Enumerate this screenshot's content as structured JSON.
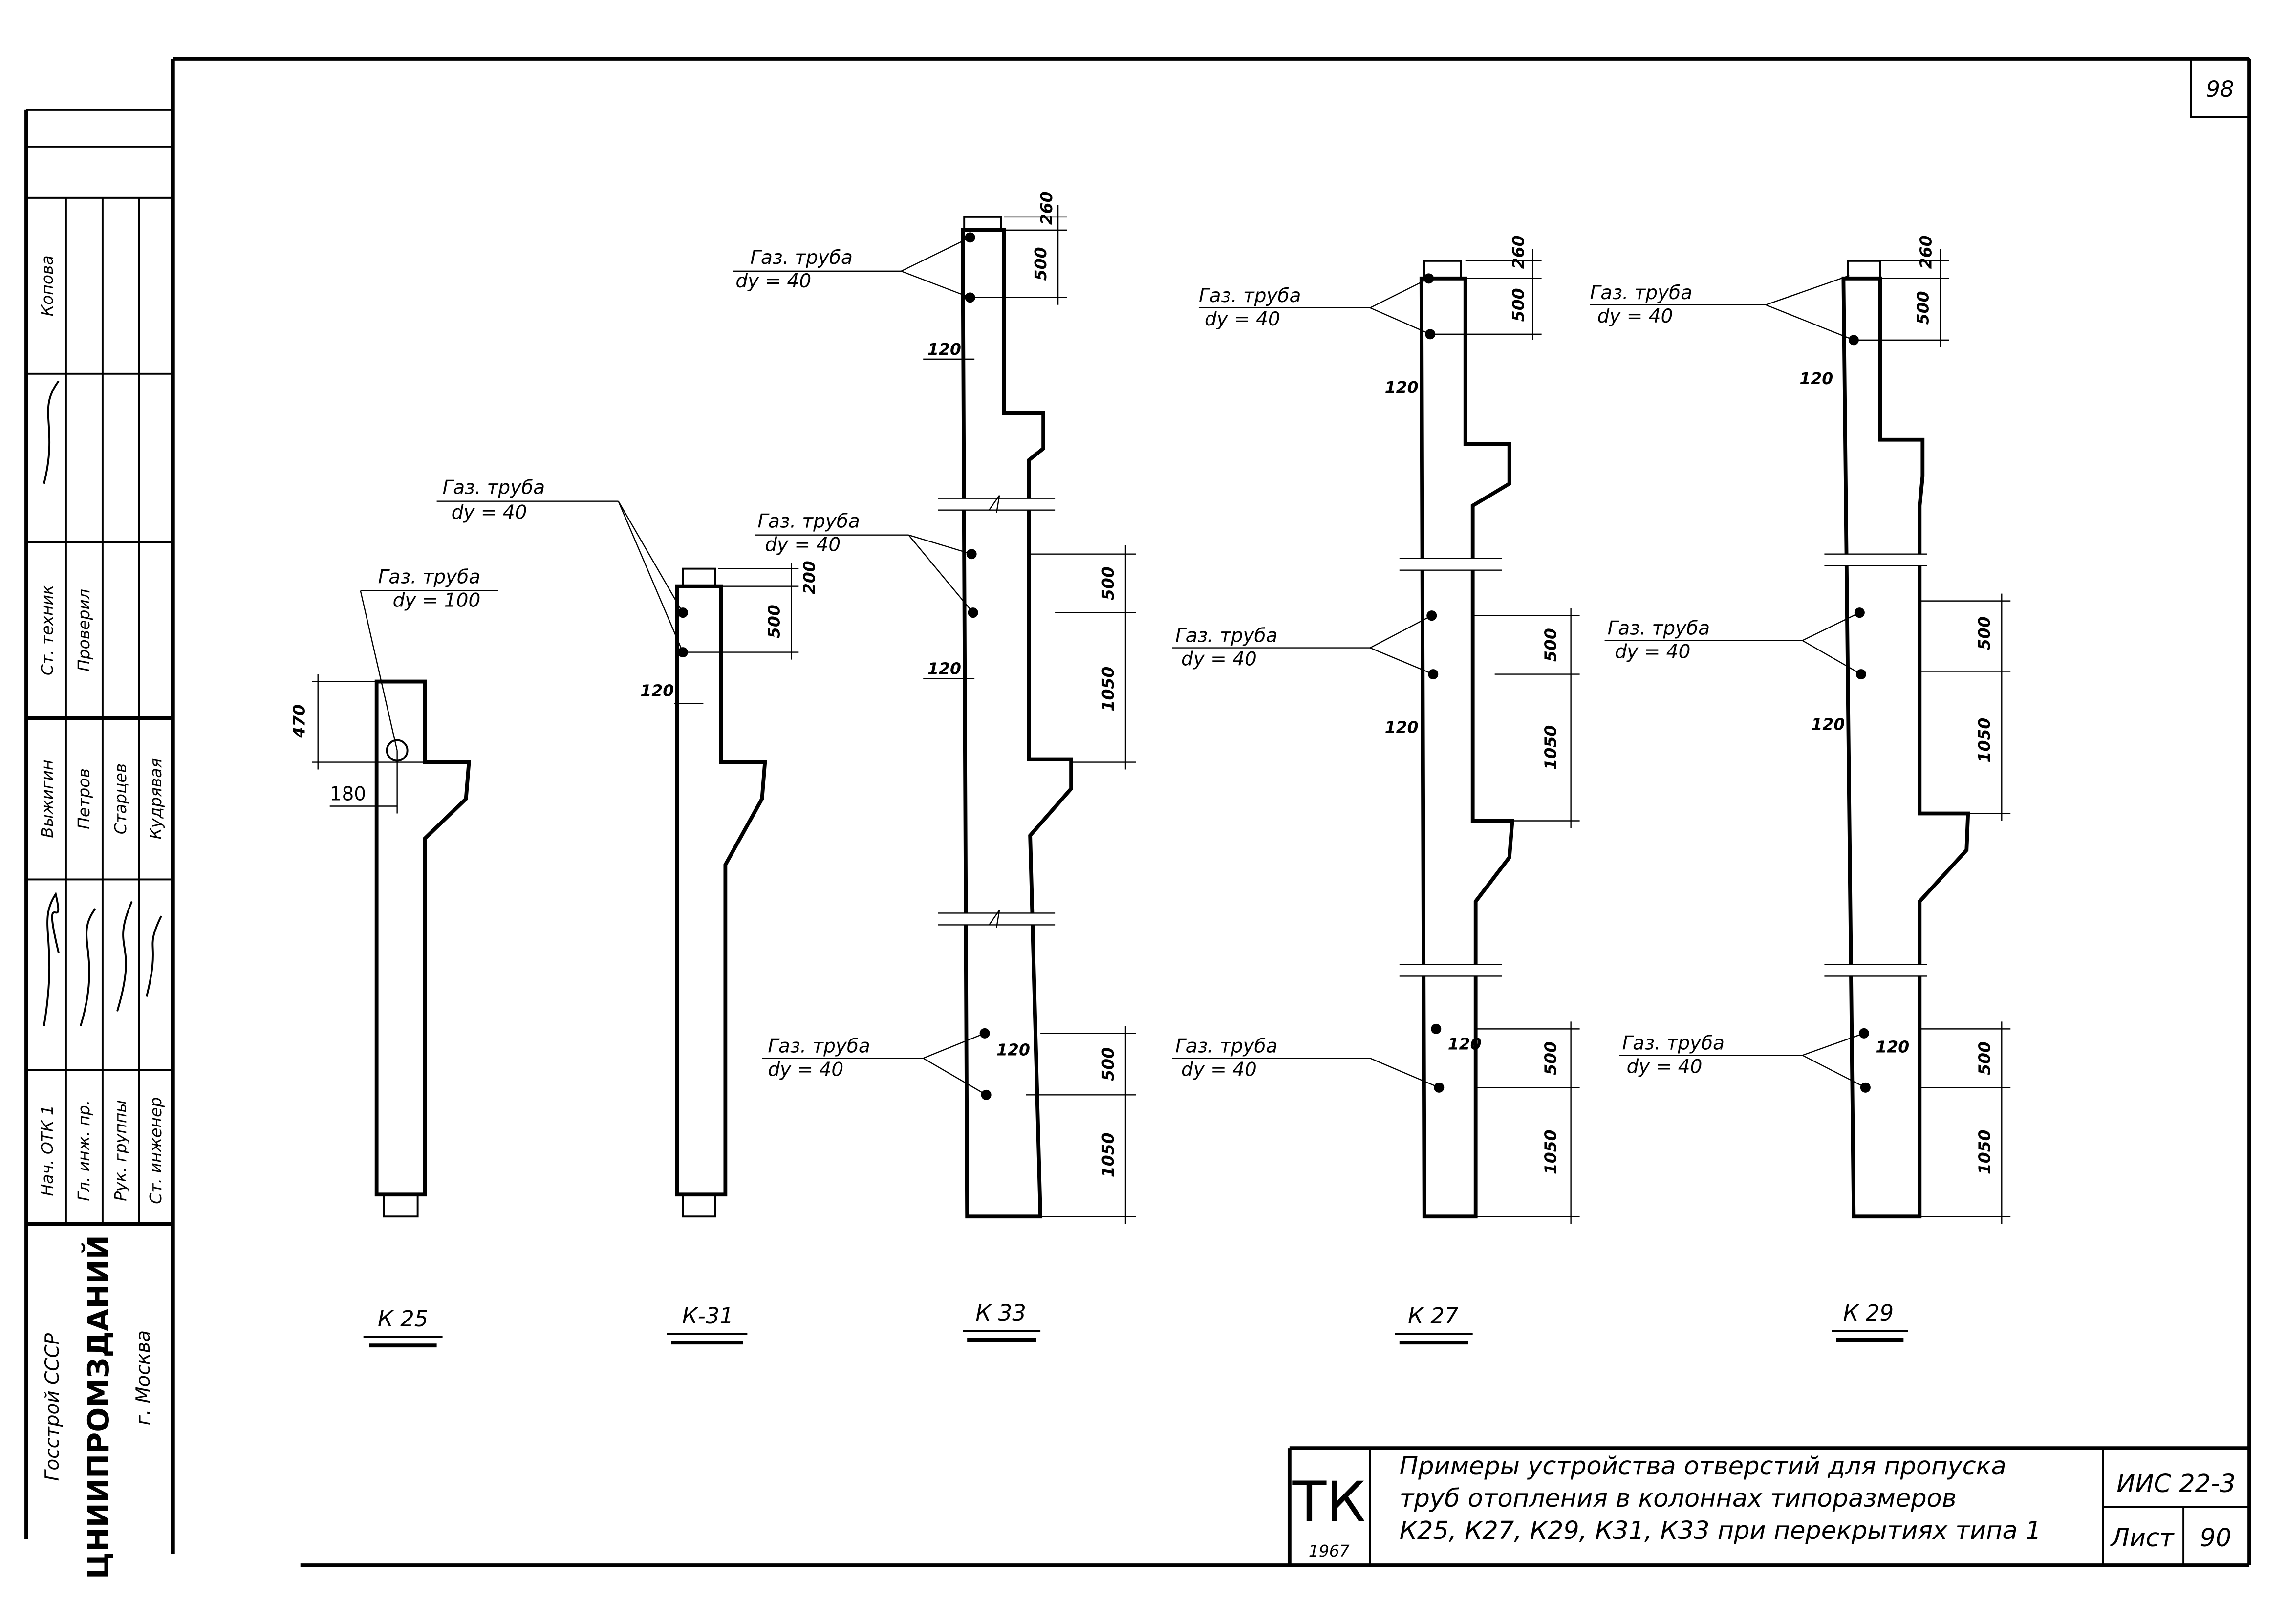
{
  "sheet_number": "98",
  "stamp": {
    "org_top": "Госстрой СССР",
    "org_name": "ЦНИИПРОМЗДАНИЙ",
    "city": "г. Москва",
    "roles": [
      "Нач. ОТК 1",
      "Гл. инж. пр.",
      "Рук. группы",
      "Ст. инженер"
    ],
    "names_mid": [
      "Выжигин",
      "Петров",
      "Старцев",
      "Кудрявая"
    ],
    "tech_role": "Ст. техник",
    "checked": "Проверил",
    "copied": "Копова"
  },
  "pipe": {
    "label": "Газ. труба",
    "dy40": "dy = 40",
    "dy100": "dy = 100"
  },
  "dims": {
    "d470": "470",
    "d180": "180",
    "d120": "120",
    "d260": "260",
    "d200": "200",
    "d500": "500",
    "d1050": "1050"
  },
  "columns": [
    "К 25",
    "К-31",
    "К 33",
    "К 27",
    "К 29"
  ],
  "title_block": {
    "tk": "ТК",
    "year": "1967",
    "title_lines": [
      "Примеры устройства отверстий для пропуска",
      "труб отопления в колоннах типоразмеров",
      "К25, К27, К29, К31, К33 при перекрытиях типа 1"
    ],
    "series": "ИИС 22-3",
    "sheet_label": "Лист",
    "sheet_no": "90"
  }
}
